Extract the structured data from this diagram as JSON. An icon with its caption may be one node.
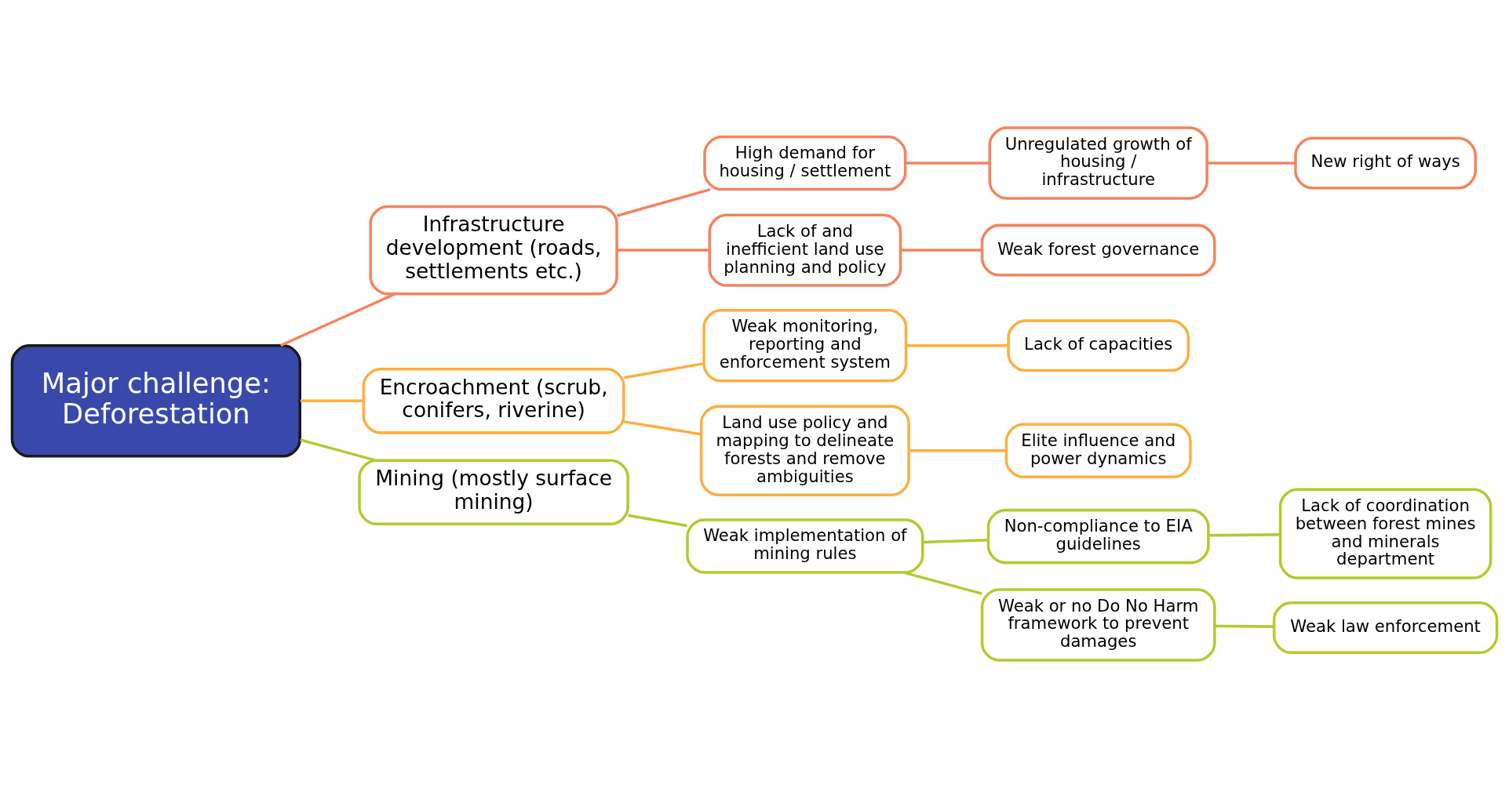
{
  "diagram": {
    "nodes": [
      {
        "text": [
          "Major challenge: Deforestation"
        ]
      },
      {
        "text": [
          "Infrastructure development (roads, settlements etc.)"
        ]
      },
      {
        "text": [
          "High demand for housing / settlement"
        ]
      },
      {
        "text": [
          "Unregulated growth of housing / infrastructure"
        ]
      },
      {
        "text": [
          "New right of ways"
        ]
      },
      {
        "text": [
          "Lack of and inefficient land use planning and policy"
        ]
      },
      {
        "text": [
          "Weak forest governance"
        ]
      },
      {
        "text": [
          "Encroachment (scrub, conifers, riverine)"
        ]
      },
      {
        "text": [
          "Weak monitoring, reporting and enforcement system"
        ]
      },
      {
        "text": [
          "Lack of capacities"
        ]
      },
      {
        "text": [
          "Land use policy and mapping to delineate forests and remove ambiguities"
        ]
      },
      {
        "text": [
          "Elite influence and power dynamics"
        ]
      },
      {
        "text": [
          "Mining (mostly surface mining)"
        ]
      },
      {
        "text": [
          "Weak implementation of mining rules"
        ]
      },
      {
        "text": [
          "Non-compliance to EIA guidelines"
        ]
      },
      {
        "text": [
          "Lack of coordination between forest mines and minerals department"
        ]
      },
      {
        "text": [
          "Weak or no Do No Harm framework to prevent damages"
        ]
      },
      {
        "text": [
          "Weak law enforcement"
        ]
      }
    ],
    "edges": [
      {
        "from": 0,
        "to": 1,
        "arrow": "none",
        "color": "#f4845f"
      },
      {
        "from": 1,
        "to": 2,
        "arrow": "none",
        "color": "#f4845f"
      },
      {
        "from": 2,
        "to": 3,
        "arrow": "none",
        "color": "#f4845f"
      },
      {
        "from": 3,
        "to": 4,
        "arrow": "none",
        "color": "#f4845f"
      },
      {
        "from": 1,
        "to": 5,
        "arrow": "none",
        "color": "#f4845f"
      },
      {
        "from": 5,
        "to": 6,
        "arrow": "none",
        "color": "#f4845f"
      },
      {
        "from": 0,
        "to": 7,
        "arrow": "none",
        "color": "#fbb040"
      },
      {
        "from": 7,
        "to": 8,
        "arrow": "none",
        "color": "#fbb040"
      },
      {
        "from": 8,
        "to": 9,
        "arrow": "none",
        "color": "#fbb040"
      },
      {
        "from": 7,
        "to": 10,
        "arrow": "none",
        "color": "#fbb040"
      },
      {
        "from": 10,
        "to": 11,
        "arrow": "none",
        "color": "#fbb040"
      },
      {
        "from": 0,
        "to": 12,
        "arrow": "none",
        "color": "#b5c92f"
      },
      {
        "from": 12,
        "to": 13,
        "arrow": "none",
        "color": "#b5c92f"
      },
      {
        "from": 13,
        "to": 14,
        "arrow": "none",
        "color": "#b5c92f"
      },
      {
        "from": 14,
        "to": 15,
        "arrow": "none",
        "color": "#b5c92f"
      },
      {
        "from": 13,
        "to": 16,
        "arrow": "none",
        "color": "#b5c92f"
      },
      {
        "from": 16,
        "to": 17,
        "arrow": "none",
        "color": "#b5c92f"
      }
    ]
  }
}
